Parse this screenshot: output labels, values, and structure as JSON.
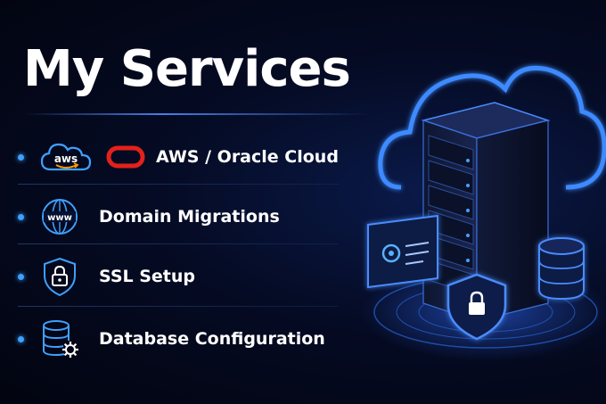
{
  "title": "My Services",
  "aws_logo_text": "aws",
  "www_text": "www",
  "services": [
    {
      "label": "AWS / Oracle Cloud",
      "icons": [
        "aws-logo-icon",
        "oracle-logo-icon"
      ]
    },
    {
      "label": "Domain Migrations",
      "icons": [
        "globe-www-icon"
      ]
    },
    {
      "label": "SSL Setup",
      "icons": [
        "shield-lock-icon"
      ]
    },
    {
      "label": "Database Configuration",
      "icons": [
        "database-gear-icon"
      ]
    }
  ],
  "colors": {
    "accent": "#3ea0ff",
    "oracle": "#e3211b",
    "background": "#050b24"
  }
}
